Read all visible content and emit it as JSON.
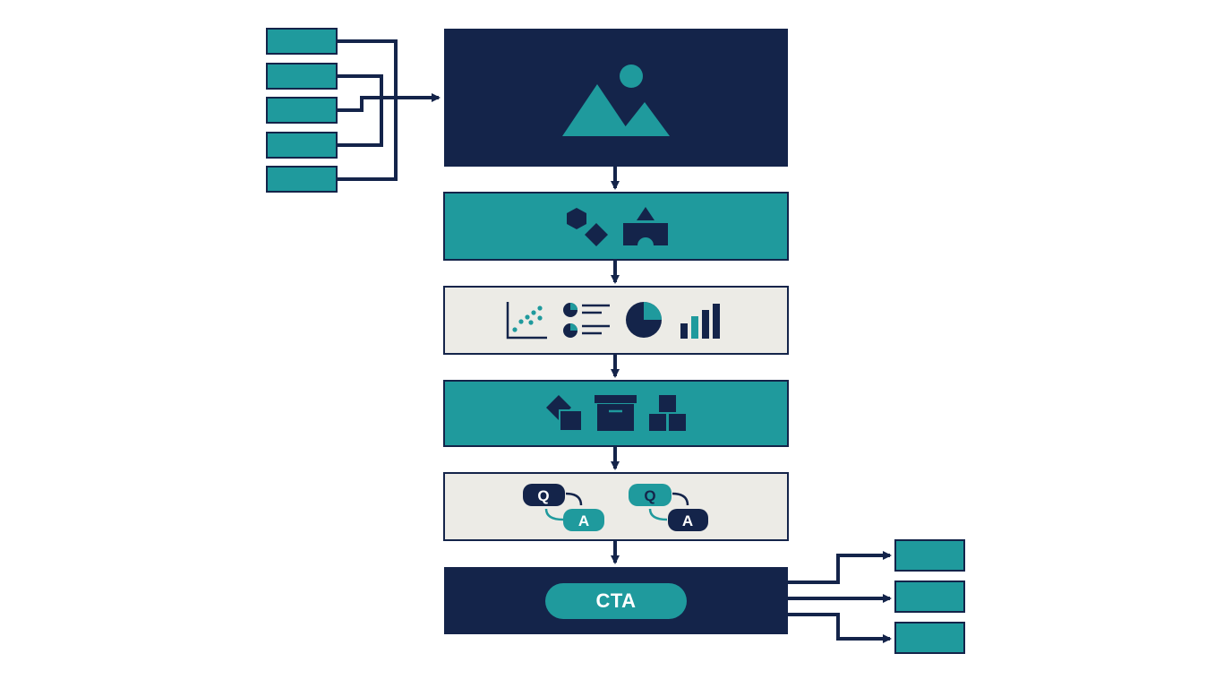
{
  "colors": {
    "navy": "#14244a",
    "teal": "#1f9a9d",
    "light": "#ecebe6",
    "white": "#ffffff"
  },
  "stages": [
    {
      "id": "image",
      "fill": "navy",
      "icons": [
        "mountain-image-icon"
      ]
    },
    {
      "id": "shapes",
      "fill": "teal",
      "icons": [
        "hexagon-icon",
        "diamond-icon",
        "arch-triangle-block-icon"
      ]
    },
    {
      "id": "charts",
      "fill": "light",
      "icons": [
        "scatter-plot-icon",
        "list-legend-icon",
        "pie-chart-icon",
        "bar-chart-icon"
      ]
    },
    {
      "id": "boxes",
      "fill": "teal",
      "icons": [
        "shapes-cluster-icon",
        "archive-box-icon",
        "stacked-blocks-icon"
      ]
    },
    {
      "id": "qa",
      "fill": "light",
      "icons": [
        "qa-pair-icon",
        "qa-pair-icon"
      ]
    },
    {
      "id": "cta",
      "fill": "navy",
      "icons": []
    }
  ],
  "qa": {
    "q_label": "Q",
    "a_label": "A"
  },
  "cta": {
    "label": "CTA"
  },
  "inputs": {
    "count": 5
  },
  "outputs": {
    "count": 3
  }
}
